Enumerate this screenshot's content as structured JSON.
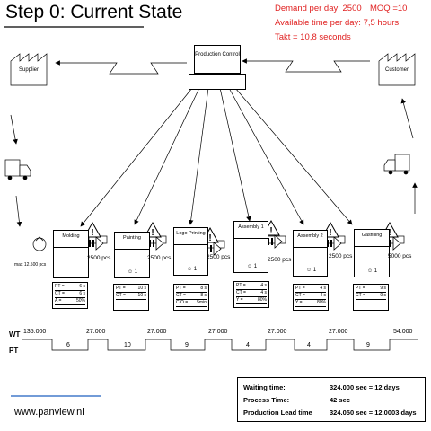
{
  "title": "Step 0: Current State",
  "demand": {
    "line1": "Demand per day: 2500",
    "moq": "MOQ =10",
    "line2": "Available time per day: 7,5 hours",
    "line3": "Takt = 10,8  seconds"
  },
  "nodes": {
    "supplier": "Supplier",
    "customer": "Customer",
    "production_control": "Production Control"
  },
  "inventory_start": "max 12.500 pcs",
  "processes": [
    {
      "name": "Molding",
      "rows": [
        [
          "PT =",
          "6 s"
        ],
        [
          "CT =",
          "6 s"
        ],
        [
          "A =",
          "50%"
        ]
      ],
      "operators": "",
      "pcs": "2500 pcs"
    },
    {
      "name": "Painting",
      "rows": [
        [
          "PT =",
          "10 s"
        ],
        [
          "CT =",
          "10 s"
        ]
      ],
      "operators": "1",
      "pcs": "2500 pcs"
    },
    {
      "name": "Logo Printing",
      "rows": [
        [
          "PT =",
          "8 s"
        ],
        [
          "CT =",
          "8 s"
        ],
        [
          "C/O =",
          "5min"
        ]
      ],
      "operators": "1",
      "pcs": "2500 pcs"
    },
    {
      "name": "Assembly 1",
      "rows": [
        [
          "PT =",
          "4 s"
        ],
        [
          "CT =",
          "4 s"
        ],
        [
          "Y =",
          "80%"
        ]
      ],
      "operators": "1",
      "pcs": "2500 pcs"
    },
    {
      "name": "Assembly 2",
      "rows": [
        [
          "PT =",
          "4 s"
        ],
        [
          "CT =",
          "4 s"
        ],
        [
          "Y =",
          "80%"
        ]
      ],
      "operators": "1",
      "pcs": "2500 pcs"
    },
    {
      "name": "Gasfilling",
      "rows": [
        [
          "PT =",
          "9 s"
        ],
        [
          "CT =",
          "9 s"
        ]
      ],
      "operators": "1",
      "pcs": "5000 pcs"
    }
  ],
  "timeline": {
    "wt_label": "WT",
    "pt_label": "PT",
    "wt": [
      "135.000",
      "27.000",
      "27.000",
      "27.000",
      "27.000",
      "27.000",
      "54.000"
    ],
    "pt": [
      "6",
      "10",
      "9",
      "4",
      "4",
      "9"
    ]
  },
  "summary": {
    "waiting_label": "Waiting time:",
    "waiting_value": "324.000 sec  = 12 days",
    "process_label": "Process Time:",
    "process_value": "42 sec",
    "lead_label": "Production Lead time",
    "lead_value": "324.050 sec  = 12.0003 days"
  },
  "website": "www.panview.nl",
  "colors": {
    "demand_text": "#e02020",
    "website_line": "#1f5fbf"
  }
}
